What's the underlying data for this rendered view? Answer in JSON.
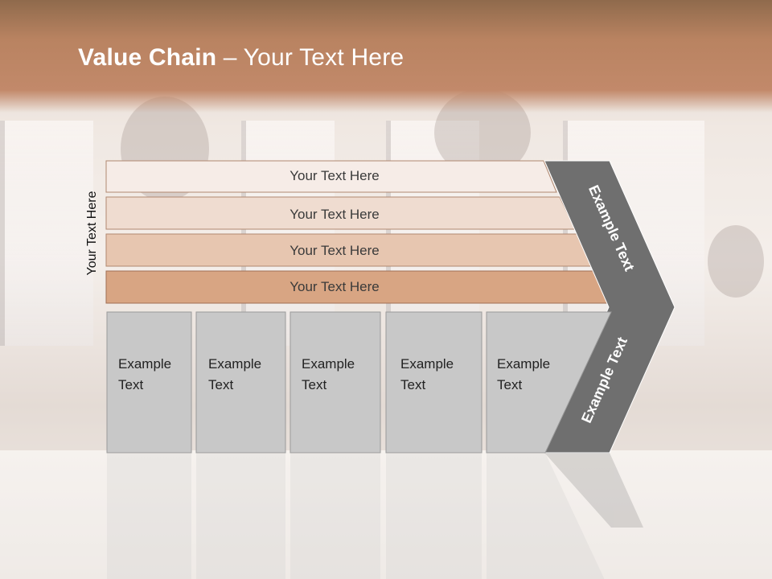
{
  "title": {
    "bold": "Value Chain",
    "rest": " – Your Text Here"
  },
  "side_label": "Your Text Here",
  "rows": [
    {
      "label": "Your Text Here",
      "color": "#f6ece7"
    },
    {
      "label": "Your Text Here",
      "color": "#efdcd0"
    },
    {
      "label": "Your Text Here",
      "color": "#e7c6b0"
    },
    {
      "label": "Your Text Here",
      "color": "#d8a583"
    }
  ],
  "boxes": [
    {
      "line1": "Example",
      "line2": "Text"
    },
    {
      "line1": "Example",
      "line2": "Text"
    },
    {
      "line1": "Example",
      "line2": "Text"
    },
    {
      "line1": "Example",
      "line2": "Text"
    },
    {
      "line1": "Example",
      "line2": "Text"
    }
  ],
  "chevron": {
    "upper": "Example Text",
    "lower": "Example Text",
    "color": "#6f6f6f"
  },
  "colors": {
    "header": "#c2896a",
    "box": "#c8c8c8",
    "box_border": "#9a9a9a"
  }
}
